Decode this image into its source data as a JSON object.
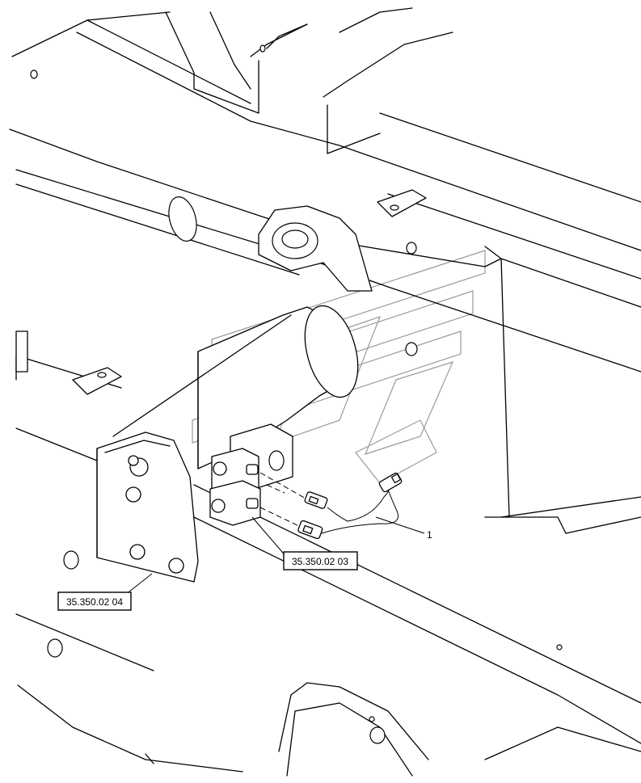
{
  "callouts": {
    "ref_block": "35.350.02 03",
    "ref_frame": "35.350.02 04",
    "item_harness": "1"
  }
}
